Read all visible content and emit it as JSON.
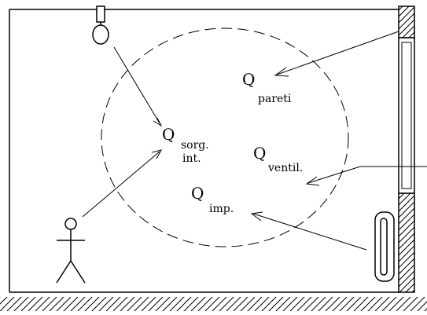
{
  "labels": {
    "q_pareti": {
      "main": "Q",
      "sub": "pareti"
    },
    "q_sorg": {
      "main": "Q",
      "sub1": "sorg.",
      "sub2": "int."
    },
    "q_ventil": {
      "main": "Q",
      "sub": "ventil."
    },
    "q_imp": {
      "main": "Q",
      "sub": "imp."
    }
  }
}
